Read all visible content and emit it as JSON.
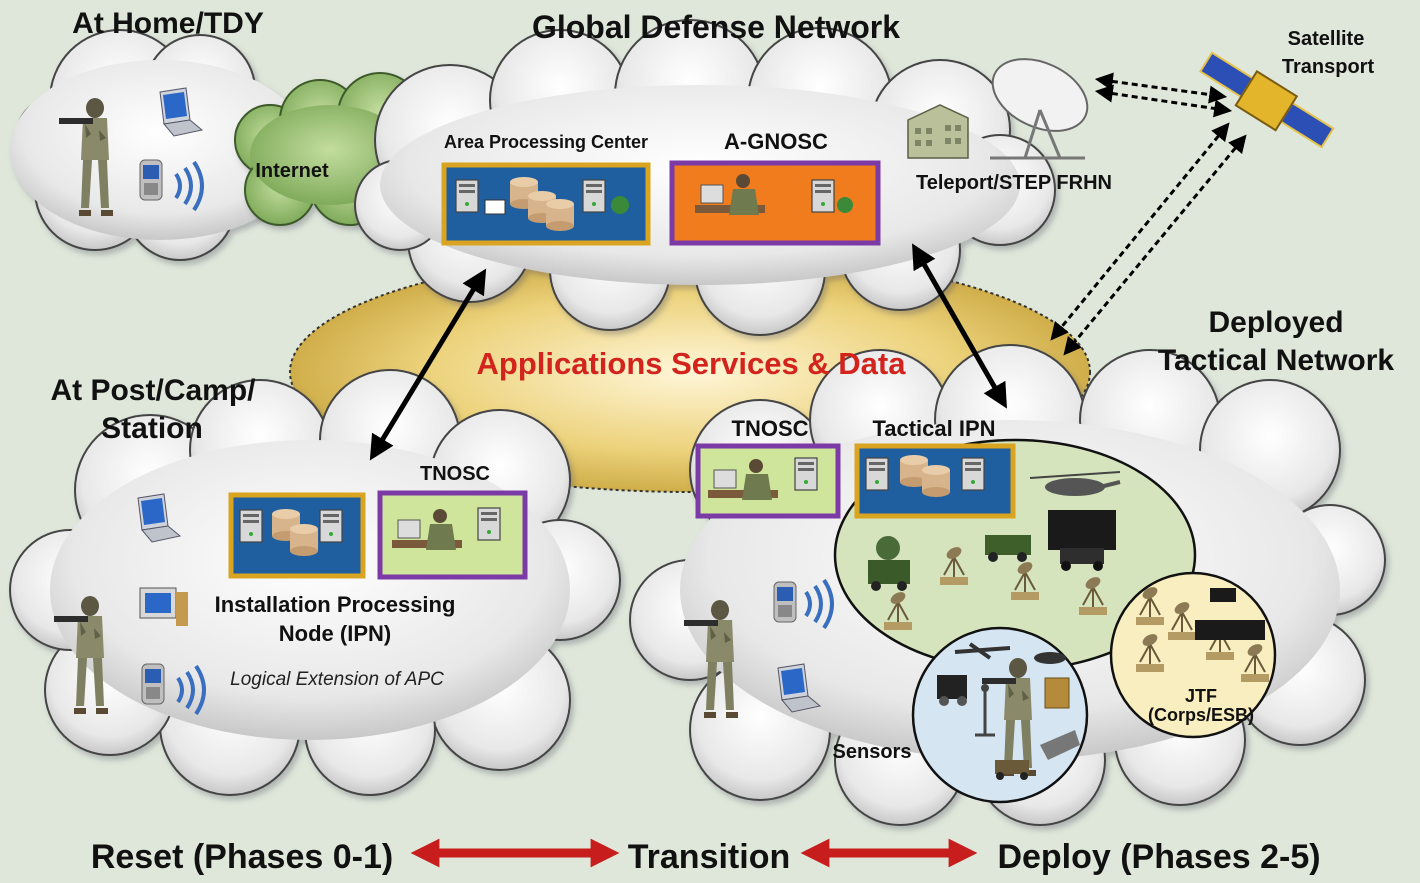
{
  "title": "Global Defense Network",
  "labels": {
    "home": "At Home/TDY",
    "internet": "Internet",
    "apc": "Area Processing Center",
    "agnosc": "A-GNOSC",
    "teleport": "Teleport/STEP FRHN",
    "satellite_line1": "Satellite",
    "satellite_line2": "Transport",
    "deployed_line1": "Deployed",
    "deployed_line2": "Tactical Network",
    "post_line1": "At Post/Camp/",
    "post_line2": "Station",
    "tnosc_post": "TNOSC",
    "ipn_line1": "Installation Processing",
    "ipn_line2": "Node (IPN)",
    "logical_ext": "Logical Extension of APC",
    "apps": "Applications Services & Data",
    "tnosc_tac": "TNOSC",
    "tactical_ipn": "Tactical IPN",
    "sensors": "Sensors",
    "jtf": "JTF",
    "jtf_sub": "(Corps/ESB)"
  },
  "phases": {
    "reset": "Reset (Phases 0-1)",
    "transition": "Transition",
    "deploy": "Deploy (Phases 2-5)"
  },
  "colors": {
    "background": "#dfe7da",
    "cloud": "#e9e9e9",
    "internet_cloud": "#9fc07a",
    "apps_ellipse": "#e6c766",
    "blue_panel": "#1f5fa0",
    "orange_panel": "#f07c1e",
    "green_panel": "#cfe59c",
    "gold_border": "#d9a521",
    "purple_border": "#7b3aa6",
    "red_text": "#d2231c",
    "tactical_zone": "#d6e4bd",
    "sensors_zone": "#d5e5f1",
    "jtf_zone": "#f8eec0"
  }
}
